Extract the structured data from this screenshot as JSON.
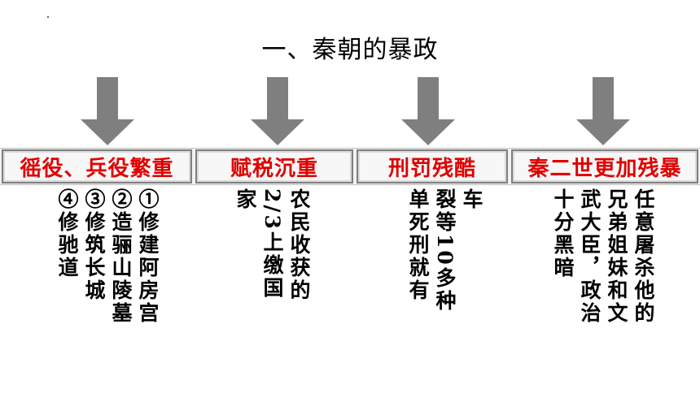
{
  "title": "一、秦朝的暴政",
  "colors": {
    "arrow": "#7f7f7f",
    "label_text": "#e00000",
    "band": "#f2f2f2"
  },
  "sections": [
    {
      "label": "徭役、兵役繁重",
      "details": [
        "①修建阿房宫",
        "②造骊山陵墓",
        "③修筑长城",
        "④修驰道"
      ]
    },
    {
      "label": "赋税沉重",
      "details": [
        "农民收获的",
        "2/3上缴国",
        "家"
      ]
    },
    {
      "label": "刑罚残酷",
      "details": [
        "车",
        "裂等10多种",
        "单死刑就有"
      ]
    },
    {
      "label": "秦二世更加残暴",
      "details": [
        "任意屠杀他的",
        "兄弟姐妹和文",
        "武大臣，政治",
        "十分黑暗"
      ]
    }
  ]
}
